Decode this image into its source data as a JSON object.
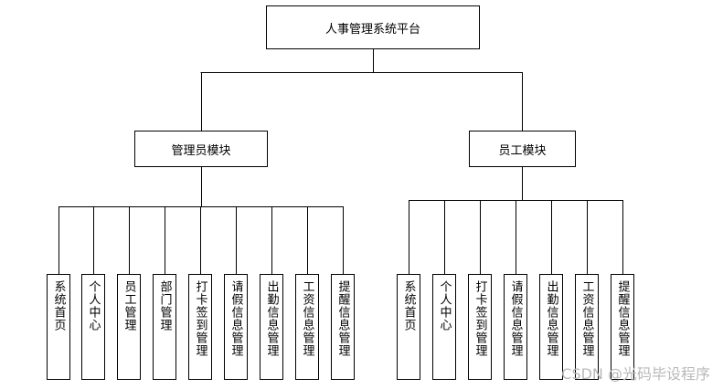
{
  "root": {
    "label": "人事管理系统平台"
  },
  "branches": [
    {
      "label": "管理员模块",
      "children": [
        "系统首页",
        "个人中心",
        "员工管理",
        "部门管理",
        "打卡签到管理",
        "请假信息管理",
        "出勤信息管理",
        "工资信息管理",
        "提醒信息管理"
      ]
    },
    {
      "label": "员工模块",
      "children": [
        "系统首页",
        "个人中心",
        "打卡签到管理",
        "请假信息管理",
        "出勤信息管理",
        "工资信息管理",
        "提醒信息管理"
      ]
    }
  ],
  "watermark": "CSDN @光码毕设程序"
}
